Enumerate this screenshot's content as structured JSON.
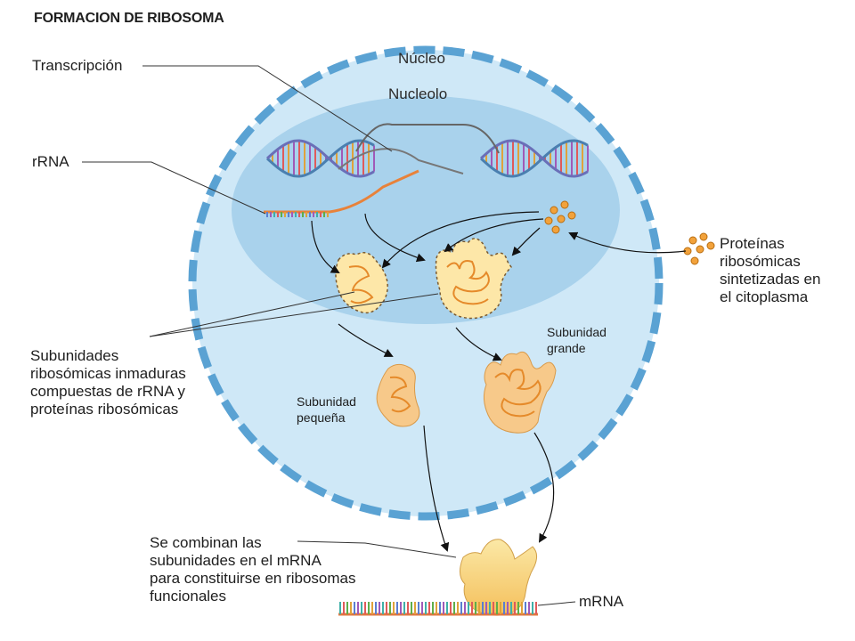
{
  "title": "FORMACION DE RIBOSOMA",
  "labels": {
    "nucleus": "Núcleo",
    "nucleolus": "Nucleolo",
    "transcription": "Transcripción",
    "rrna": "rRNA",
    "proteins": "Proteínas\nribosómicas\nsintetizadas en\nel citoplasma",
    "immature": "Subunidades\nribosómicas inmaduras\ncompuestas de rRNA y\nproteínas ribosómicas",
    "large_subunit": "Subunidad\ngrande",
    "small_subunit": "Subunidad\npequeña",
    "combine": "Se combinan las\nsubunidades en el mRNA\npara constituirse en ribosomas\nfuncionales",
    "mrna": "mRNA"
  },
  "colors": {
    "nucleus_fill": "#cfe8f7",
    "nucleus_border": "#5aa2d3",
    "nucleolus_fill": "#a9d2ec",
    "subunit_fill": "#f7c98a",
    "subunit_fold": "#e58a2a",
    "protein_dot": "#f2a23b"
  },
  "icons": [
    "dna-double-helix-icon",
    "ribosome-icon",
    "protein-dots-icon"
  ]
}
